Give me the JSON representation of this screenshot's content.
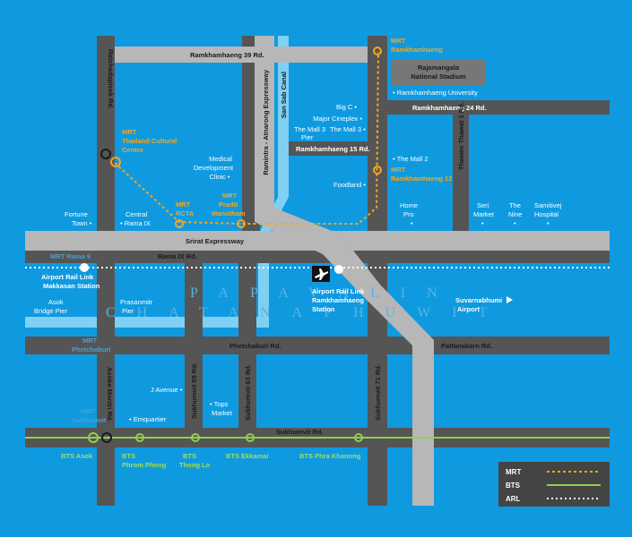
{
  "colors": {
    "background": "#0f9ae0",
    "road": "#555555",
    "expressway": "#b7b7b7",
    "canal": "#7fd0f3",
    "mrt": "#f5a623",
    "bts": "#8fd14f",
    "arl": "#ffffff",
    "legend_bg": "#444444"
  },
  "roads": {
    "ramkhamhaeng_39": "Ramkhamhaeng 39 Rd.",
    "ramkhamhaeng_24": "Ramkhamhaeng 24 Rd.",
    "ramkhamhaeng_15": "Ramkhamhaeng 15 Rd.",
    "ratchadapisek": "Ratchadapisek Rd.",
    "ramintra_atnarong": "Ramintra - Atnarong Expressway",
    "saen_saeb": "San Sab Canal",
    "thawee_thawat": "Thawee Thawat 1 Rd.",
    "srirat": "Srirat Expressway",
    "rama_ix": "Rama IX Rd.",
    "phetchaburi": "Phetchaburi Rd.",
    "pattanakarn": "Pattanakarn Rd.",
    "asoke_montri": "Asoke Montri Rd.",
    "sukhumvit_55": "Sukhumvit 55 Rd.",
    "sukhumvit_63": "Sukhumvit 63 Rd.",
    "sukhumvit_71": "Sukhumvit 71 Rd.",
    "sukhumvit": "Sukhumvit Rd."
  },
  "pois": {
    "rajamangala": "Rajamangala National Stadium",
    "ram_univ": "Ramkhamhaeng University",
    "big_c": "Big C",
    "major": "Major Cineplex",
    "mall3_pier": "The Mall 3 Pier",
    "mall3": "The Mall 3",
    "mall2": "The Mall 2",
    "foodland": "Foodland",
    "medical": "Medical Development Clinic",
    "fortune": "Fortune Town",
    "central": "Central Rama IX",
    "home_pro": "Home Pro",
    "seri": "Seri Market",
    "nine": "The Nine",
    "samitivej": "Samitivej Hospital",
    "asok_pier": "Asok Bridge Pier",
    "prasanmitr": "Prasanmitr Pier",
    "suvarnabhumi": "Suvarnabhumi Airport",
    "j_avenue": "J Avenue",
    "tops": "Tops Market",
    "emquartier": "Emquartier"
  },
  "stations": {
    "mrt_ramkhamhaeng": "MRT Ramkhamhaeng",
    "mrt_ramkhamhaeng_12": "MRT Ramkhamhaeng 12",
    "mrt_thailand_cultural": "MRT Thailand Cultural Centre",
    "mrt_rcta": "MRT RCTA",
    "mrt_pradit": "MRT Pradit Manutham",
    "mrt_rama9": "MRT Rama 9",
    "mrt_phetchaburi": "MRT Phetchaburi",
    "mrt_sukhumvit": "MRT Sukhumvit",
    "arl_makkasan": "Airport Rail Link Makkasan Station",
    "arl_ramkhamhaeng": "Airport Rail Link Ramkhamhaeng Station",
    "bts_asok": "BTS Asok",
    "bts_phrom_phong": "BTS Phrom Phong",
    "bts_thong_lo": "BTS Thong Lo",
    "bts_ekkamai": "BTS Ekkamai",
    "bts_phra_khanong": "BTS Phra Khanong"
  },
  "districts": {
    "papavalin": "PAPAVALIN",
    "chatanaphuwit": "CHATANAPHUWIT"
  },
  "legend": {
    "mrt": "MRT",
    "bts": "BTS",
    "arl": "ARL"
  }
}
